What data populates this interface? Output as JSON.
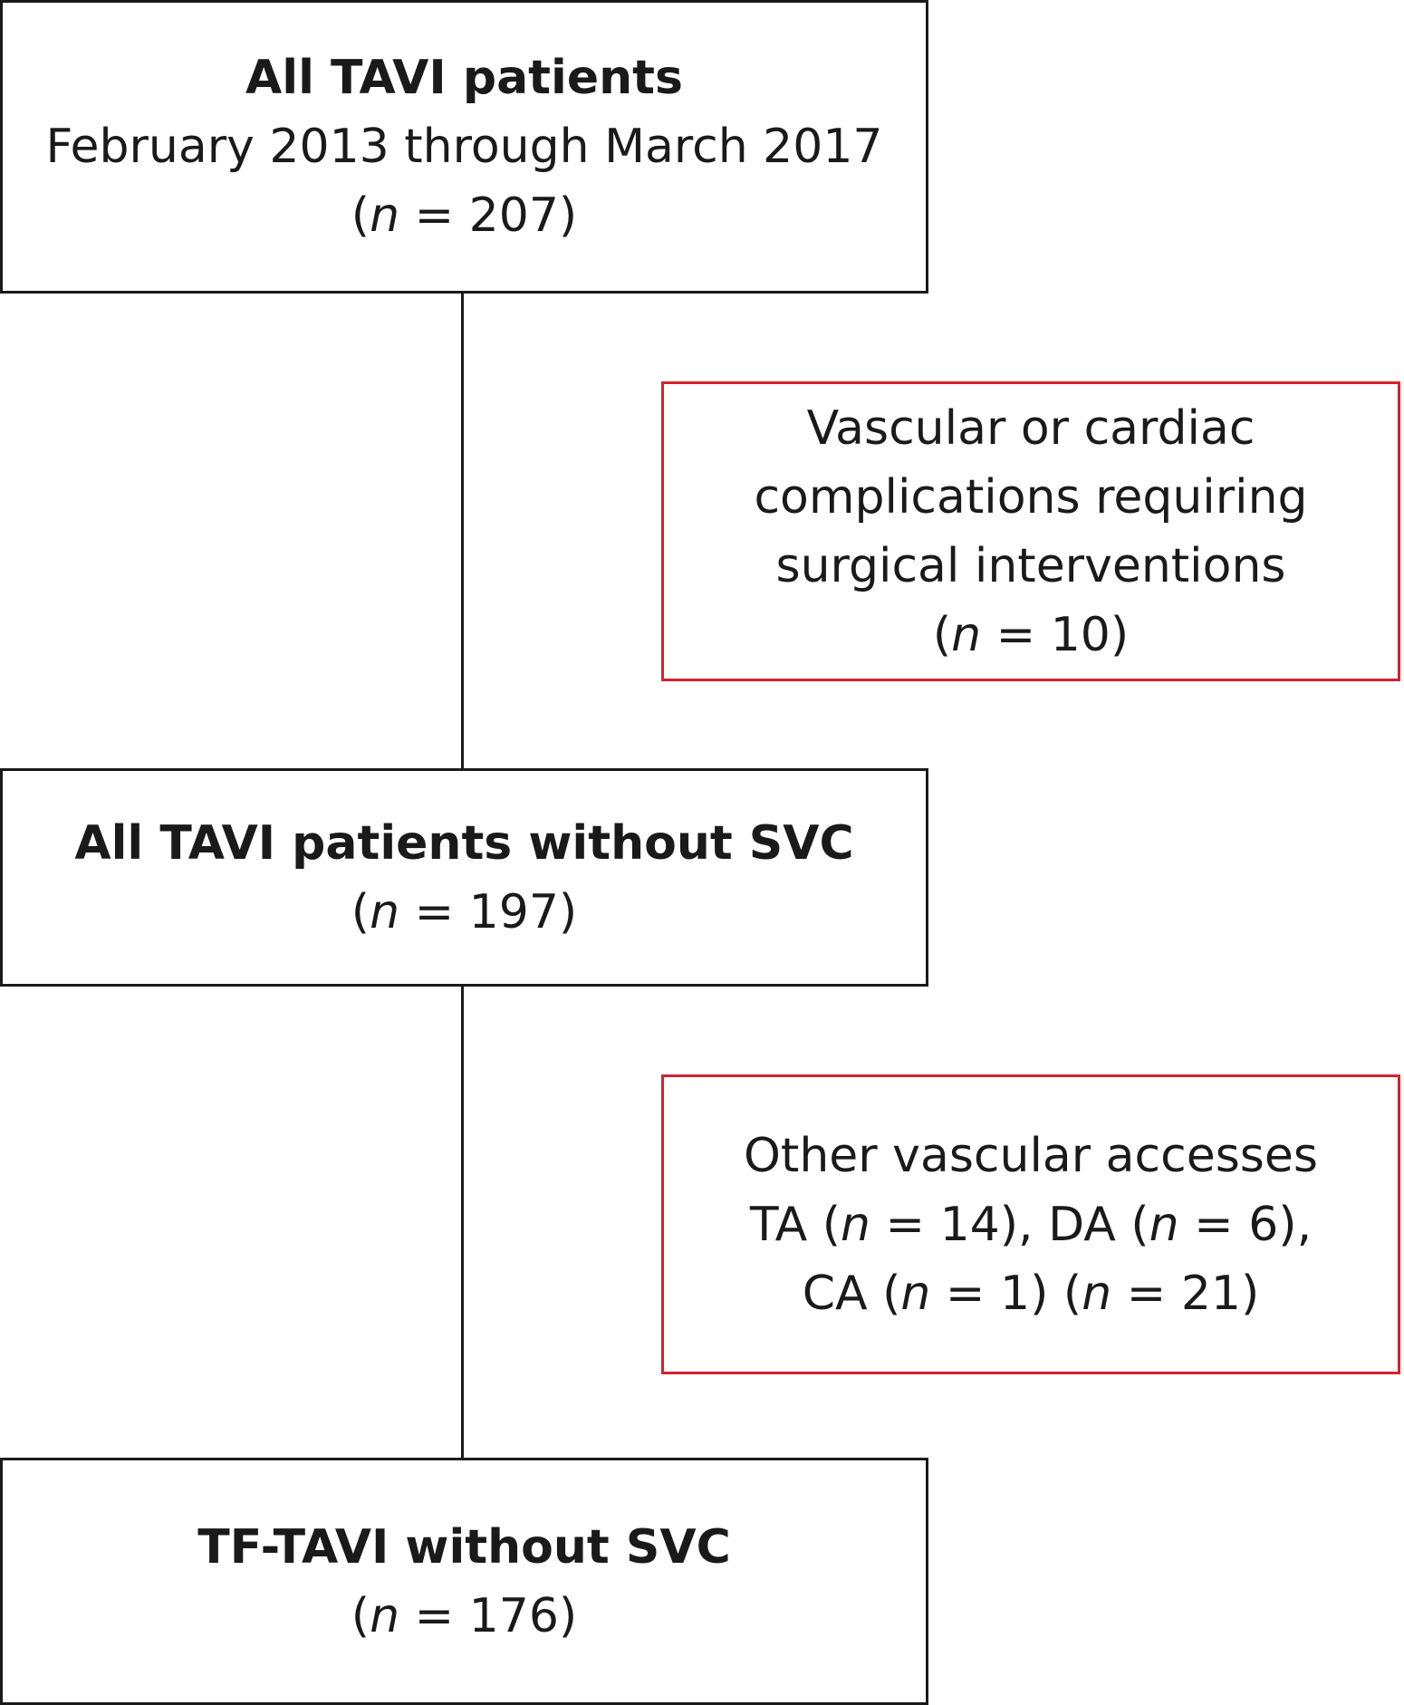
{
  "boxes": {
    "all_patients": {
      "title": "All TAVI patients",
      "subtitle": "February 2013 through March 2017",
      "count_prefix": "(",
      "count_var": "n",
      "count_suffix": " = 207)"
    },
    "exclusion_svc": {
      "line1": "Vascular or cardiac",
      "line2": "complications requiring",
      "line3": "surgical interventions",
      "count_prefix": "(",
      "count_var": "n",
      "count_suffix": " = 10)"
    },
    "without_svc": {
      "title": "All TAVI patients without SVC",
      "count_prefix": "(",
      "count_var": "n",
      "count_suffix": " = 197)"
    },
    "exclusion_access": {
      "line1": "Other vascular accesses",
      "line2": {
        "a": "TA (",
        "n1": "n",
        "b": " = 14), DA (",
        "n2": "n",
        "c": " = 6),"
      },
      "line3": {
        "a": "CA (",
        "n1": "n",
        "b": " = 1) (",
        "n2": "n",
        "c": " = 21)"
      }
    },
    "tf_tavi": {
      "title": "TF-TAVI without SVC",
      "count_prefix": "(",
      "count_var": "n",
      "count_suffix": " = 176)"
    }
  },
  "colors": {
    "main_border": "#1a1a1a",
    "exclusion_border": "#d6202f"
  }
}
